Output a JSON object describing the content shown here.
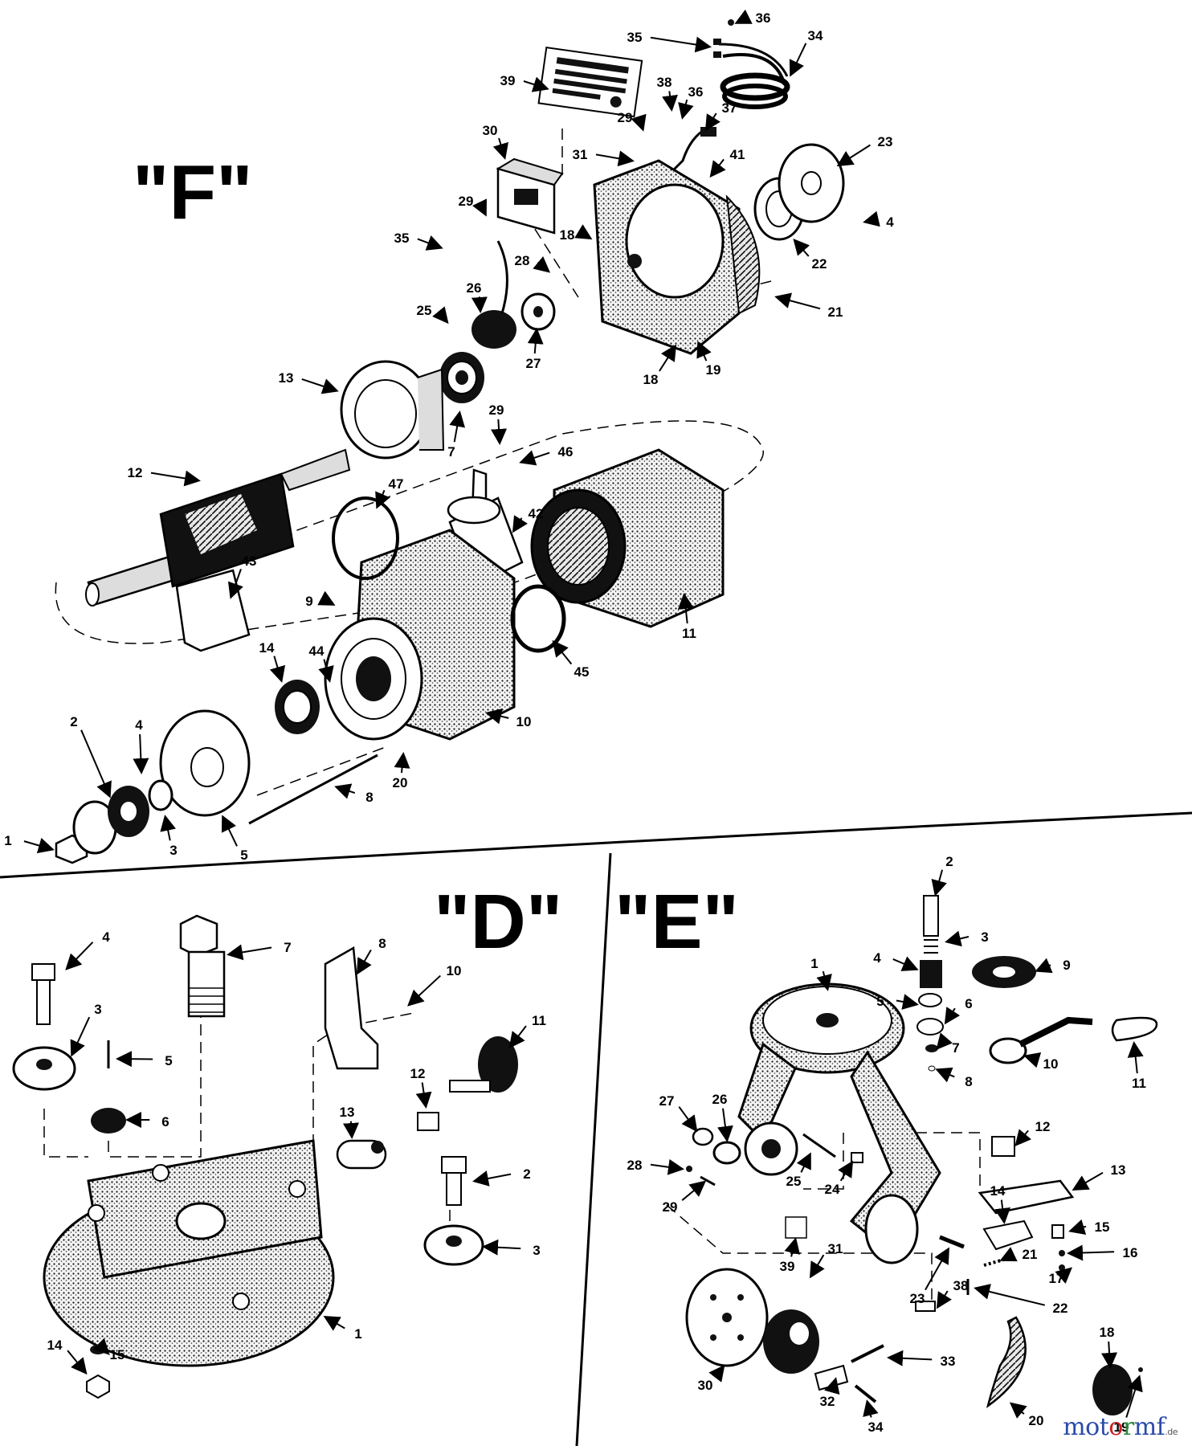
{
  "sections": [
    {
      "id": "F",
      "title": "\"F\""
    },
    {
      "id": "D",
      "title": "\"D\""
    },
    {
      "id": "E",
      "title": "\"E\""
    }
  ],
  "labels_F": [
    "36",
    "35",
    "34",
    "39",
    "38",
    "36",
    "37",
    "29",
    "30",
    "31",
    "41",
    "23",
    "29",
    "4",
    "18",
    "22",
    "35",
    "28",
    "26",
    "25",
    "21",
    "27",
    "18",
    "19",
    "13",
    "7",
    "29",
    "46",
    "12",
    "47",
    "42",
    "43",
    "9",
    "11",
    "14",
    "44",
    "45",
    "10",
    "2",
    "4",
    "20",
    "8",
    "1",
    "3",
    "5"
  ],
  "labels_D": [
    "4",
    "7",
    "8",
    "10",
    "3",
    "5",
    "11",
    "12",
    "6",
    "13",
    "2",
    "3",
    "1",
    "14",
    "15"
  ],
  "labels_E": [
    "2",
    "3",
    "4",
    "9",
    "5",
    "6",
    "1",
    "7",
    "10",
    "11",
    "8",
    "27",
    "26",
    "12",
    "28",
    "25",
    "24",
    "13",
    "29",
    "14",
    "15",
    "21",
    "16",
    "39",
    "31",
    "17",
    "23",
    "22",
    "38",
    "33",
    "30",
    "32",
    "34",
    "20",
    "18",
    "19"
  ],
  "watermark": {
    "part1": "mot",
    "part2": "o",
    "part3": "r",
    "part4": "mf",
    "suffix": ".de"
  }
}
